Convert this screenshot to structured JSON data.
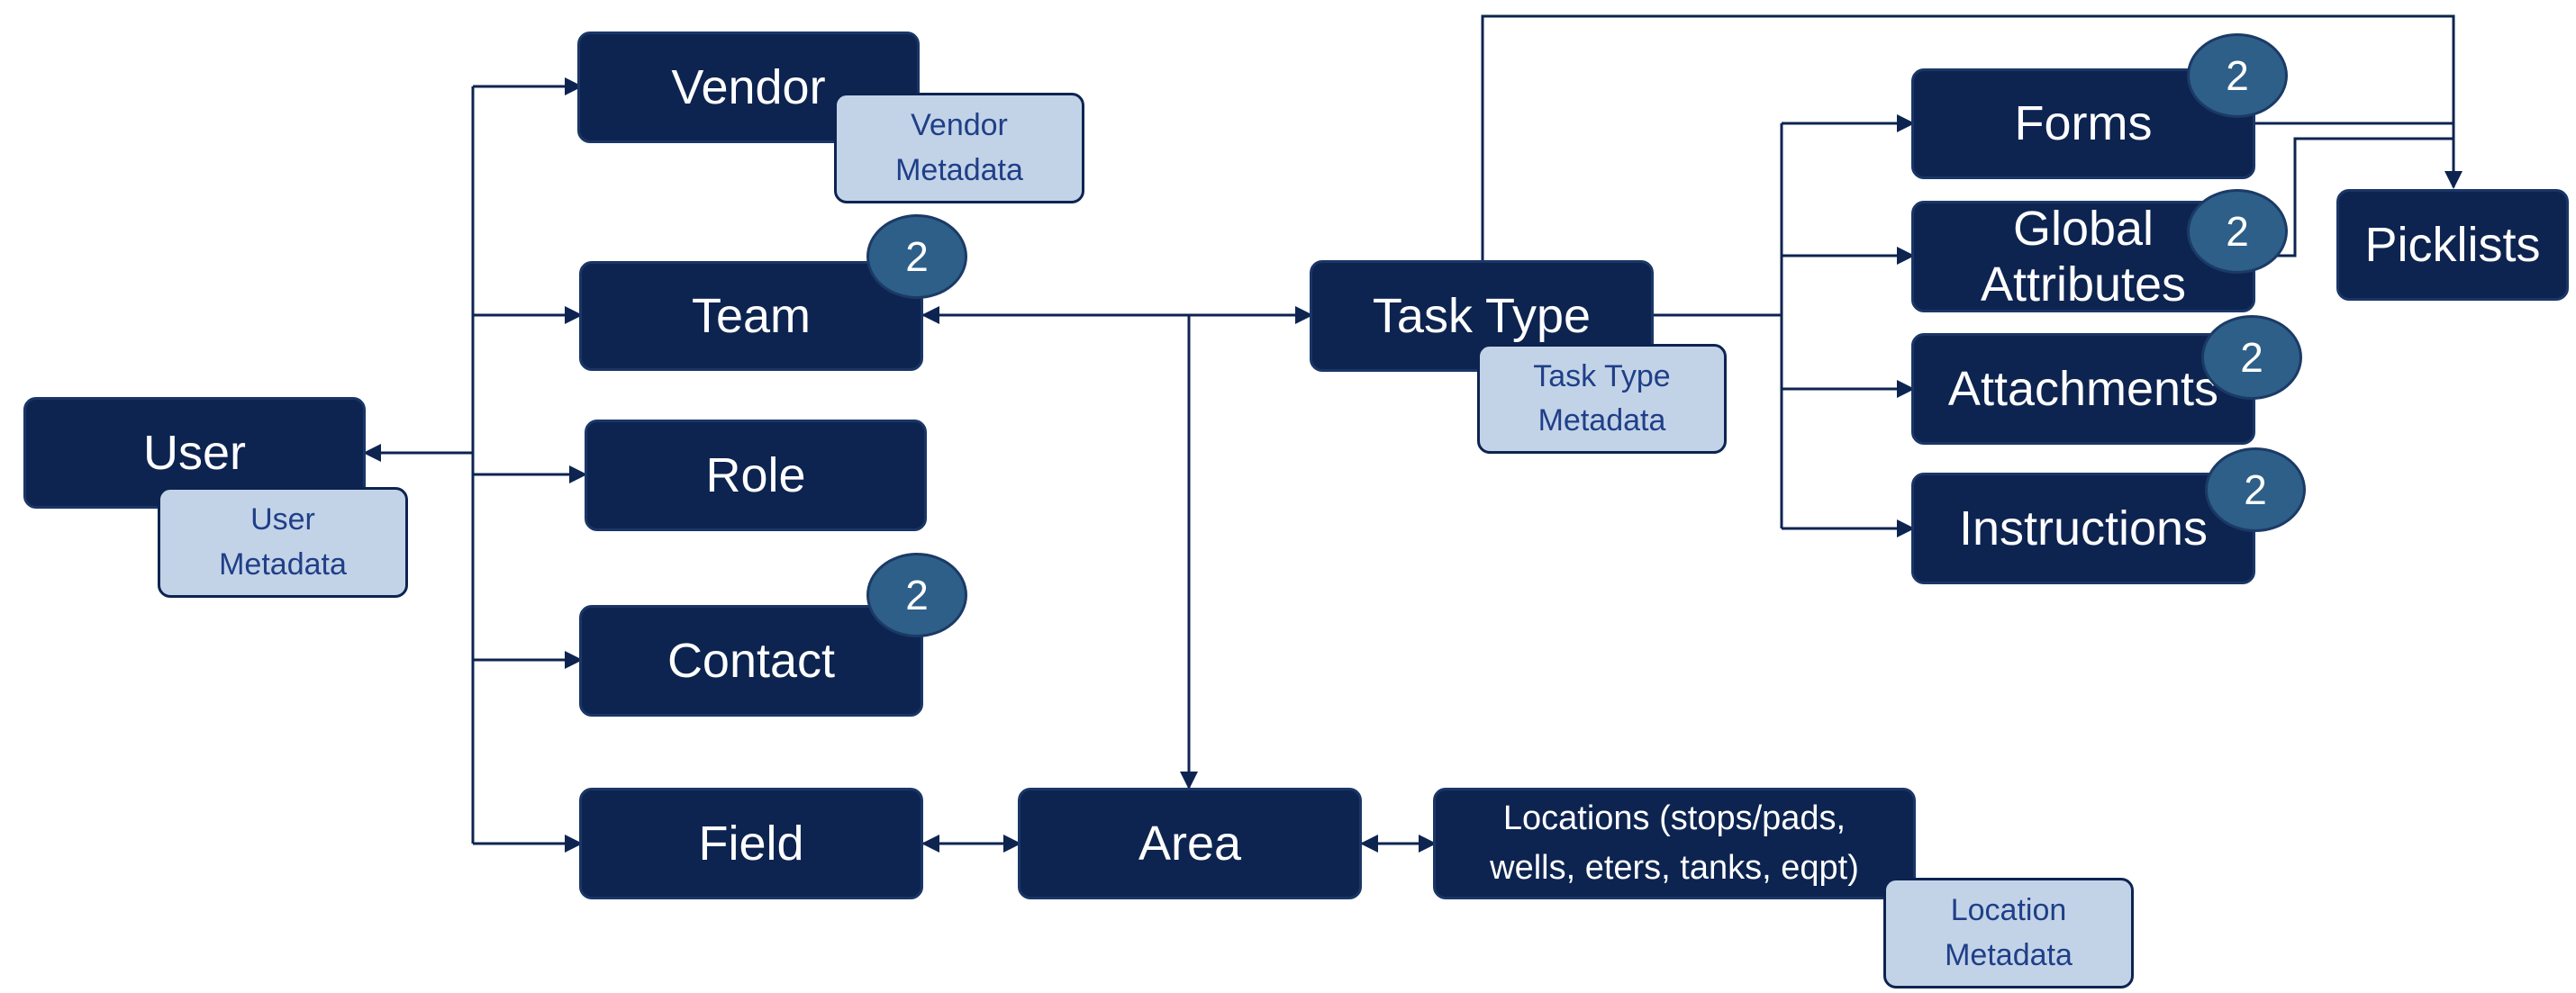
{
  "nodes": {
    "user": "User",
    "vendor": "Vendor",
    "team": "Team",
    "role": "Role",
    "contact": "Contact",
    "field": "Field",
    "area": "Area",
    "locations": "Locations (stops/pads,\nwells, eters, tanks, eqpt)",
    "task_type": "Task Type",
    "forms": "Forms",
    "global_attributes": "Global\nAttributes",
    "attachments": "Attachments",
    "instructions": "Instructions",
    "picklists": "Picklists"
  },
  "metadata": {
    "vendor": "Vendor\nMetadata",
    "user": "User\nMetadata",
    "task_type": "Task Type\nMetadata",
    "location": "Location\nMetadata"
  },
  "badges": {
    "team": "2",
    "contact": "2",
    "forms": "2",
    "global_attributes": "2",
    "attachments": "2",
    "instructions": "2"
  },
  "colors": {
    "node_fill": "#0d2451",
    "metadata_fill": "#c3d3e7",
    "metadata_text": "#1f3f88",
    "badge_fill": "#2d5f88",
    "connector": "#0d2451"
  }
}
